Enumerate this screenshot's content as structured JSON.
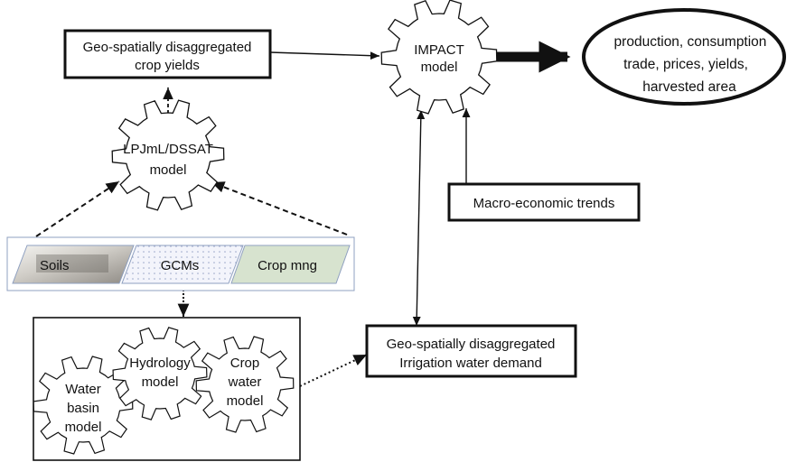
{
  "nodes": {
    "crop_yields_box": {
      "lines": [
        "Geo-spatially disaggregated",
        "crop yields"
      ]
    },
    "impact_gear": {
      "lines": [
        "IMPACT",
        "model"
      ]
    },
    "outputs_ellipse": {
      "lines": [
        "production, consumption",
        "trade, prices, yields,",
        "harvested area"
      ]
    },
    "lpjml_gear": {
      "lines": [
        "LPJmL/DSSAT",
        "model"
      ]
    },
    "macro_box": {
      "lines": [
        "Macro-economic trends"
      ]
    },
    "soils_input": {
      "label": "Soils"
    },
    "gcms_input": {
      "label": "GCMs"
    },
    "crop_mng_input": {
      "label": "Crop mng"
    },
    "hydrology_gear": {
      "lines": [
        "Hydrology",
        "model"
      ]
    },
    "crop_water_gear": {
      "lines": [
        "Crop",
        "water",
        "model"
      ]
    },
    "water_basin_gear": {
      "lines": [
        "Water",
        "basin",
        "model"
      ]
    },
    "irrigation_box": {
      "lines": [
        "Geo-spatially disaggregated",
        "Irrigation water demand"
      ]
    }
  },
  "colors": {
    "stroke": "#111111",
    "inputs_panel_border": "#8fa0c0",
    "soils_fill": "#e4e2de",
    "gcms_fill": "#f3f4fb",
    "crop_mng_fill": "#d7e3cf"
  }
}
